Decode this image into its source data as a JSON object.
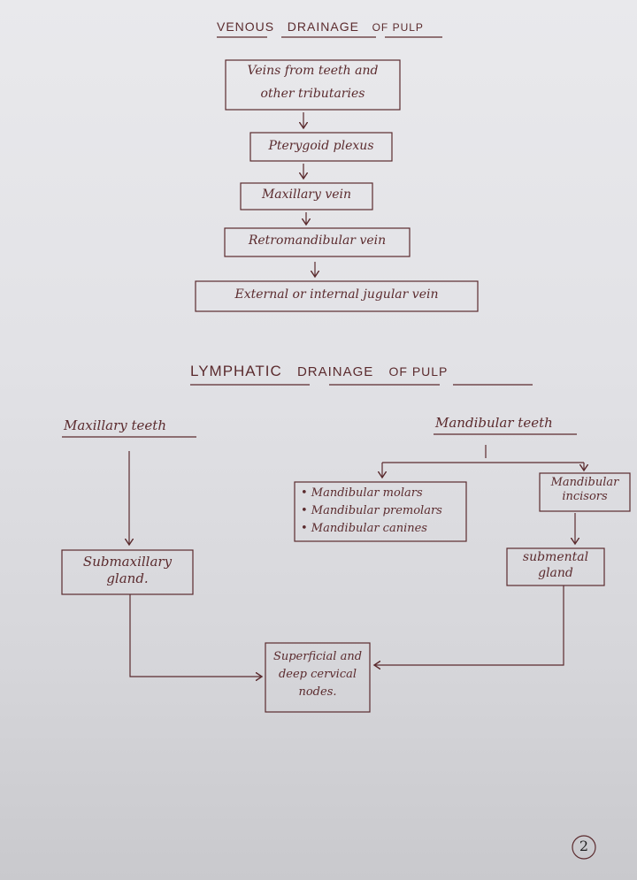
{
  "venous": {
    "title_1": "VENOUS",
    "title_2": "DRAINAGE",
    "title_3": "OF PULP",
    "boxes": [
      {
        "line1": "Veins from teeth and",
        "line2": "other tributaries"
      },
      {
        "line1": "Pterygoid plexus"
      },
      {
        "line1": "Maxillary vein"
      },
      {
        "line1": "Retromandibular vein"
      },
      {
        "line1": "External or internal jugular vein"
      }
    ]
  },
  "lymphatic": {
    "title_1": "LYMPHATIC",
    "title_2": "DRAINAGE",
    "title_3": "OF PULP",
    "maxillary_teeth": "Maxillary teeth",
    "mandibular_teeth": "Mandibular teeth",
    "posterior_list": [
      "• Mandibular molars",
      "• Mandibular premolars",
      "• Mandibular canines"
    ],
    "incisors": {
      "line1": "Mandibular",
      "line2": "incisors"
    },
    "submaxillary": {
      "line1": "Submaxillary",
      "line2": "gland."
    },
    "submental": {
      "line1": "submental",
      "line2": "gland"
    },
    "nodes": {
      "line1": "Superficial and",
      "line2": "deep cervical",
      "line3": "nodes."
    }
  },
  "page_number": "2"
}
